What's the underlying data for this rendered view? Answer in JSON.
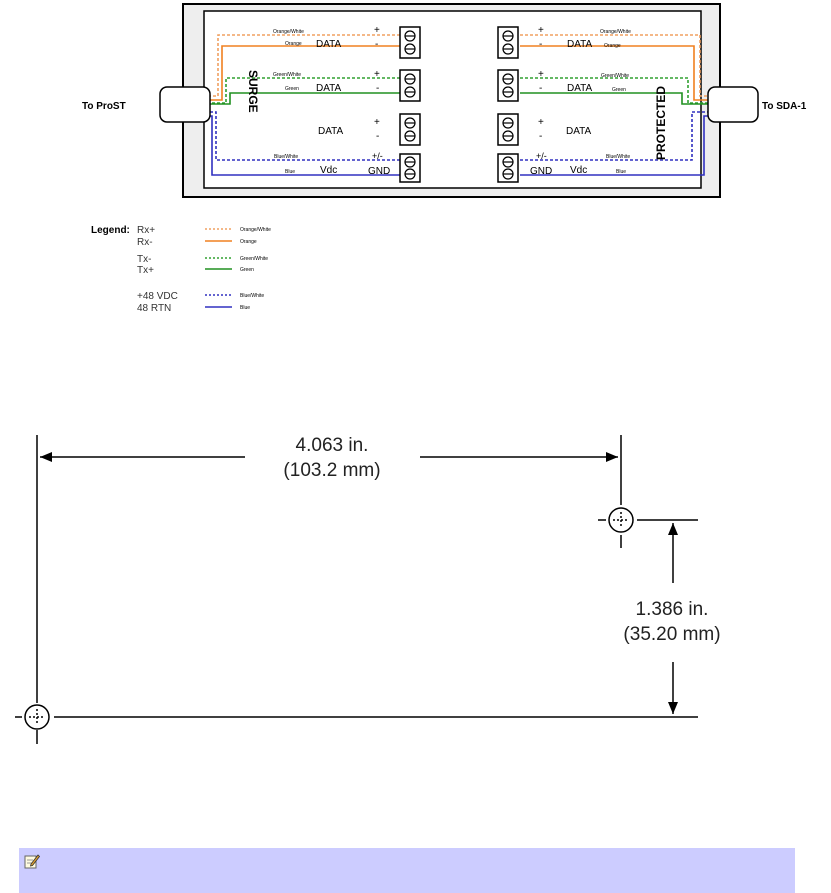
{
  "wiring": {
    "left_label": "To ProST",
    "right_label": "To SDA-1",
    "surge_label": "SURGE",
    "protected_label": "PROTECTED",
    "rows": [
      {
        "sign": "+",
        "name": "DATA",
        "sign2": "-",
        "wire1": "Orange/White",
        "wire2": "Orange"
      },
      {
        "sign": "+",
        "name": "DATA",
        "sign2": "-",
        "wire1": "Green/White",
        "wire2": "Green"
      },
      {
        "sign": "+",
        "name": "DATA",
        "sign2": "-",
        "wire1": "",
        "wire2": ""
      },
      {
        "sign": "+/-",
        "name": "Vdc",
        "sign2": "GND",
        "wire1": "Blue/White",
        "wire2": "Blue"
      }
    ],
    "legend_title": "Legend:",
    "legend": [
      {
        "label": "Rx+",
        "wire": "Orange/White",
        "color": "#f0a060",
        "dashed": true
      },
      {
        "label": "Rx-",
        "wire": "Orange",
        "color": "#f08020",
        "dashed": false
      },
      {
        "label": "Tx-",
        "wire": "Green/White",
        "color": "#30a030",
        "dashed": true
      },
      {
        "label": "Tx+",
        "wire": "Green",
        "color": "#209020",
        "dashed": false
      },
      {
        "label": "+48 VDC",
        "wire": "Blue/White",
        "color": "#3030c0",
        "dashed": true
      },
      {
        "label": "48 RTN",
        "wire": "Blue",
        "color": "#3030c0",
        "dashed": false
      }
    ]
  },
  "mounting": {
    "horizontal_in": "4.063 in.",
    "horizontal_mm": "(103.2 mm)",
    "vertical_in": "1.386 in.",
    "vertical_mm": "(35.20 mm)"
  },
  "note": {
    "icon": "note-pencil-icon"
  }
}
